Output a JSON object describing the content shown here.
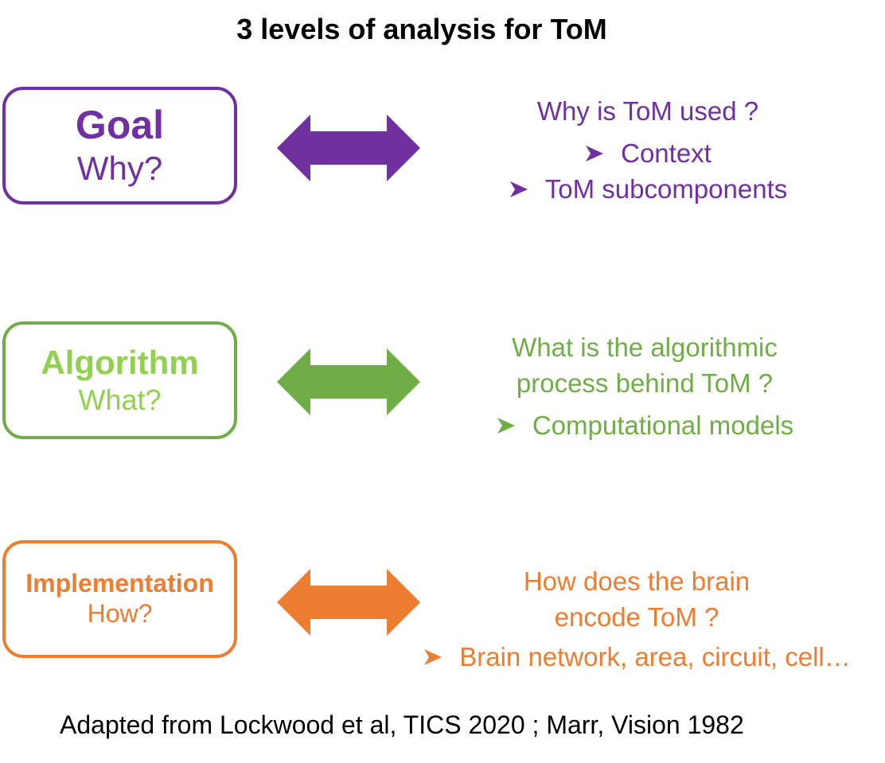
{
  "title": "3 levels of analysis for ToM",
  "colors": {
    "goal": "#7030A0",
    "algorithm": "#70AD47",
    "algorithm_text": "#92D050",
    "implementation": "#ED7D31"
  },
  "levels": [
    {
      "name": "Goal",
      "question": "Why?",
      "description_lines": [
        "Why is ToM used ?"
      ],
      "bullets": [
        "Context",
        "ToM  subcomponents"
      ]
    },
    {
      "name": "Algorithm",
      "question": "What?",
      "description_lines": [
        "What is the algorithmic",
        "process behind ToM ?"
      ],
      "bullets": [
        "Computational models"
      ]
    },
    {
      "name": "Implementation",
      "question": "How?",
      "description_lines": [
        "How does the brain",
        "encode ToM ?"
      ],
      "bullets": [
        "Brain network, area, circuit, cell…"
      ]
    }
  ],
  "icons": {
    "arrow": "double-headed-arrow-icon",
    "bullet": "arrow-bullet-icon"
  },
  "footer": "Adapted from Lockwood et al, TICS 2020 ; Marr, Vision 1982"
}
